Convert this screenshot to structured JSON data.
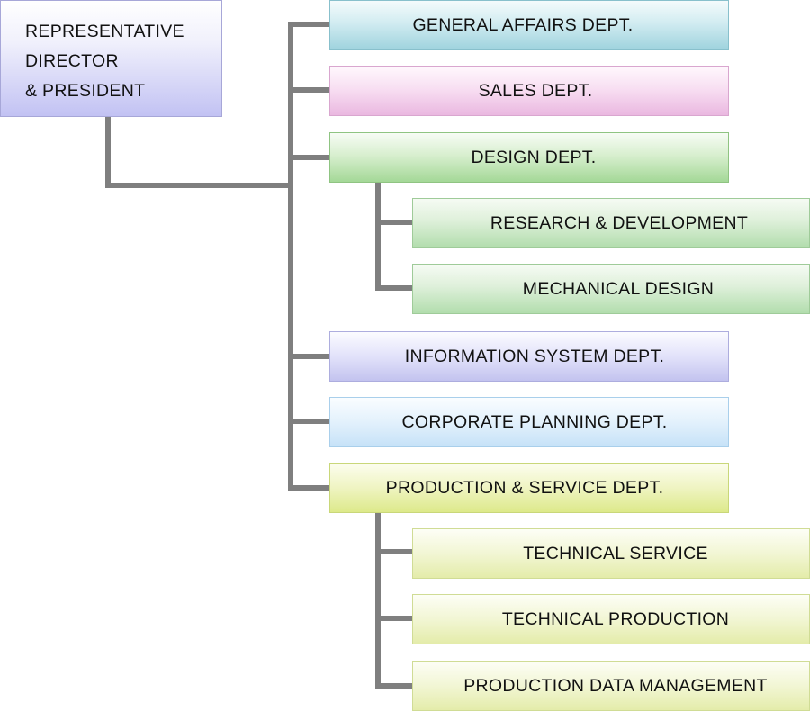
{
  "president": {
    "lines": [
      "REPRESENTATIVE",
      "DIRECTOR",
      "& PRESIDENT"
    ]
  },
  "departments": {
    "general_affairs": "GENERAL AFFAIRS DEPT.",
    "sales": "SALES DEPT.",
    "design": "DESIGN DEPT.",
    "research_development": "RESEARCH & DEVELOPMENT",
    "mechanical_design": "MECHANICAL DESIGN",
    "information_system": "INFORMATION SYSTEM DEPT.",
    "corporate_planning": "CORPORATE PLANNING DEPT.",
    "production_service": "PRODUCTION & SERVICE DEPT.",
    "technical_service": "TECHNICAL SERVICE",
    "technical_production": "TECHNICAL PRODUCTION",
    "production_data_management": "PRODUCTION DATA MANAGEMENT"
  },
  "colors": {
    "connector": "#7f7f7f",
    "general_affairs": "#9fd3de",
    "sales": "#eab8e0",
    "design": "#a4d897",
    "information_system": "#c3c3ef",
    "corporate_planning": "#c6e2f8",
    "production_service": "#dde98a"
  }
}
